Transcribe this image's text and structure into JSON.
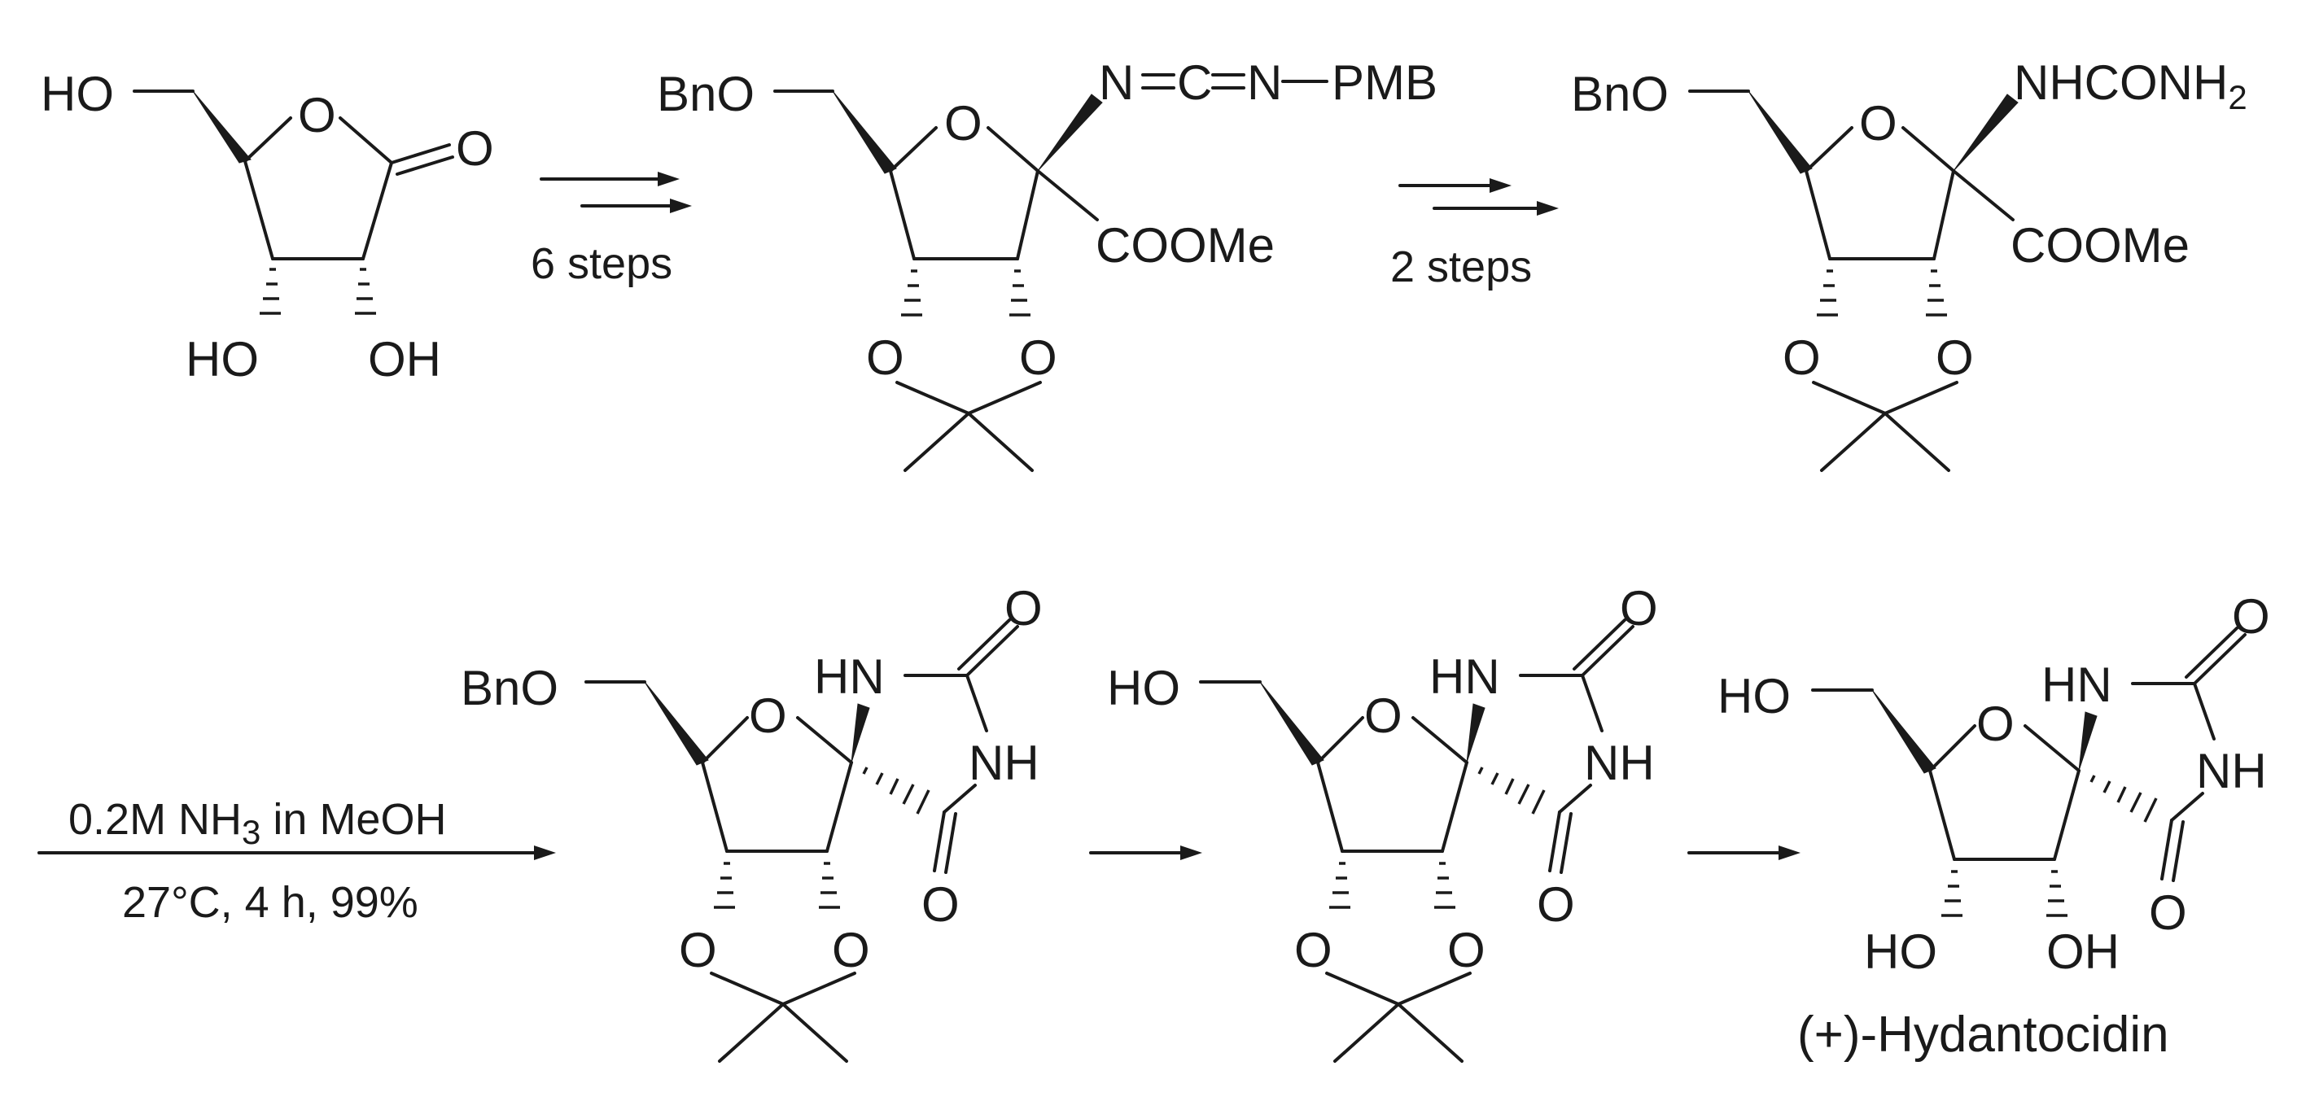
{
  "atoms": {
    "HO": "HO",
    "OH": "OH",
    "O": "O",
    "BnO": "BnO",
    "COOMe": "COOMe",
    "HN": "HN",
    "NH": "NH",
    "N": "N",
    "C": "C",
    "PMB": "PMB",
    "NHCONH": "NHCONH",
    "H": "H",
    "sub2": "2",
    "sub3": "3"
  },
  "conditions": {
    "step1": "6 steps",
    "step2": "2 steps",
    "step3_line1_pre": "0.2M NH",
    "step3_line1_post": " in MeOH",
    "step3_line2": "27°C, 4 h, 99%"
  },
  "product_name": "(+)-Hydantocidin",
  "colors": {
    "ink": "#1a1a1a",
    "background": "#ffffff"
  }
}
